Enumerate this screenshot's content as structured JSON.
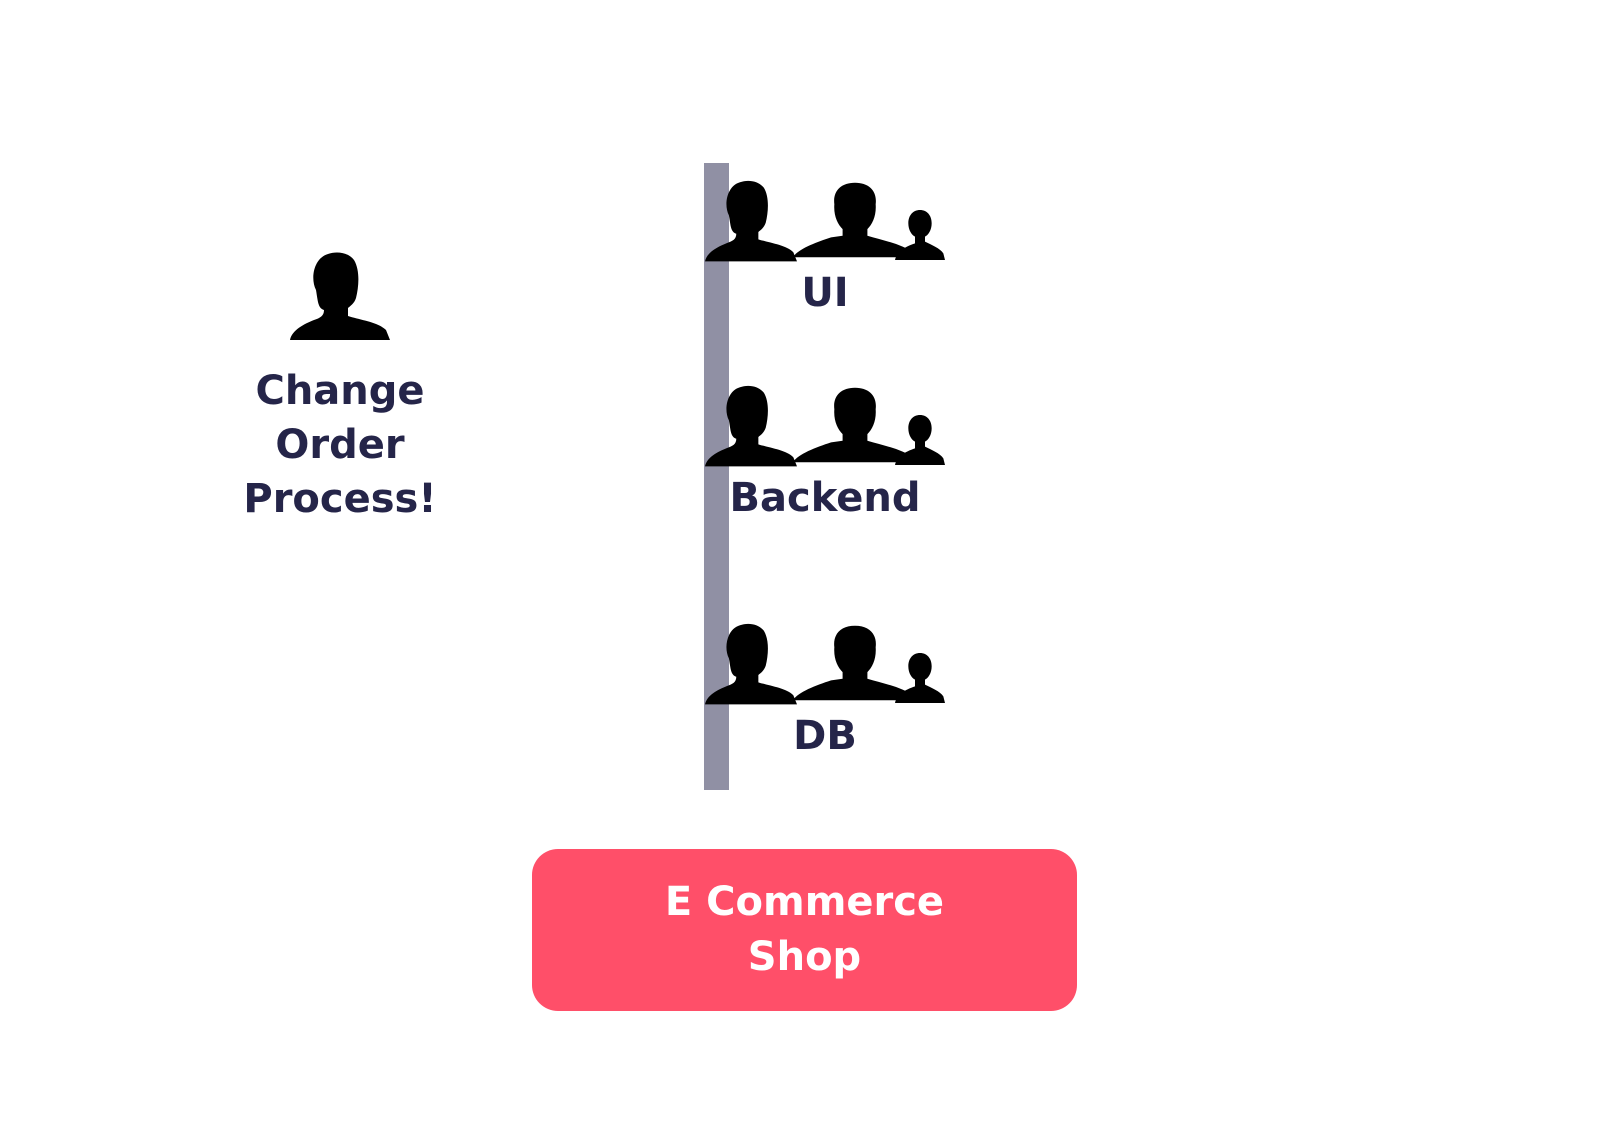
{
  "requester": {
    "label": "Change\nOrder\nProcess!",
    "icon": "woman-silhouette-icon"
  },
  "teams": [
    {
      "name": "UI",
      "icon": "team-silhouettes-icon"
    },
    {
      "name": "Backend",
      "icon": "team-silhouettes-icon"
    },
    {
      "name": "DB",
      "icon": "team-silhouettes-icon"
    }
  ],
  "system": {
    "label": "E Commerce\nShop"
  },
  "colors": {
    "text": "#252549",
    "divider": "#9090a4",
    "system_fill": "#ff4f69",
    "system_text": "#ffffff",
    "silhouette": "#000000"
  }
}
